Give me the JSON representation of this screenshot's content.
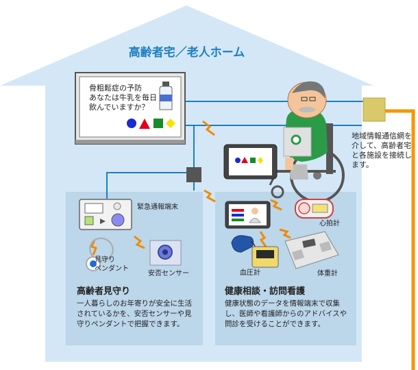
{
  "house": {
    "title": "高齢者宅／老人ホーム"
  },
  "tv_screen": {
    "text": "骨粗鬆症の予防\nあなたは牛乳を毎日\n飲んでいますか？"
  },
  "network": {
    "note": "地域情報通信網を介して、高齢者宅と各施設を接続します。"
  },
  "panels": {
    "watch": {
      "heading": "高齢者見守り",
      "description": "一人暮らしのお年寄りが安全に生活されているかを、安否センサーや見守りペンダントで把握できます。",
      "labels": {
        "emergency_terminal": "緊急通報端末",
        "pendant": "見守り\nペンダント",
        "sensor": "安否センサー"
      }
    },
    "health": {
      "heading": "健康相談・訪問看護",
      "description": "健康状態のデータを情報端末で収集し、医師や看護師からのアドバイスや問診を受けることができます。",
      "labels": {
        "heart_rate": "心拍計",
        "blood_pressure": "血圧計",
        "weight_scale": "体重計"
      }
    }
  },
  "colors": {
    "house_fill": "#d4e7f7",
    "panel_fill": "#bcd6ea",
    "line_blue": "#1d7fc0",
    "external_line": "#f39800",
    "junction": "#555555",
    "signal": "#f08a00",
    "title": "#1d7fc0"
  },
  "icons": [
    "tv-monitor-icon",
    "milk-bottle-icon",
    "tablet-icon",
    "elderly-man-wheelchair-icon",
    "emergency-terminal-icon",
    "pendant-icon",
    "safety-sensor-icon",
    "health-terminal-icon",
    "heart-rate-monitor-icon",
    "blood-pressure-monitor-icon",
    "weight-scale-icon",
    "wireless-signal-icon"
  ]
}
